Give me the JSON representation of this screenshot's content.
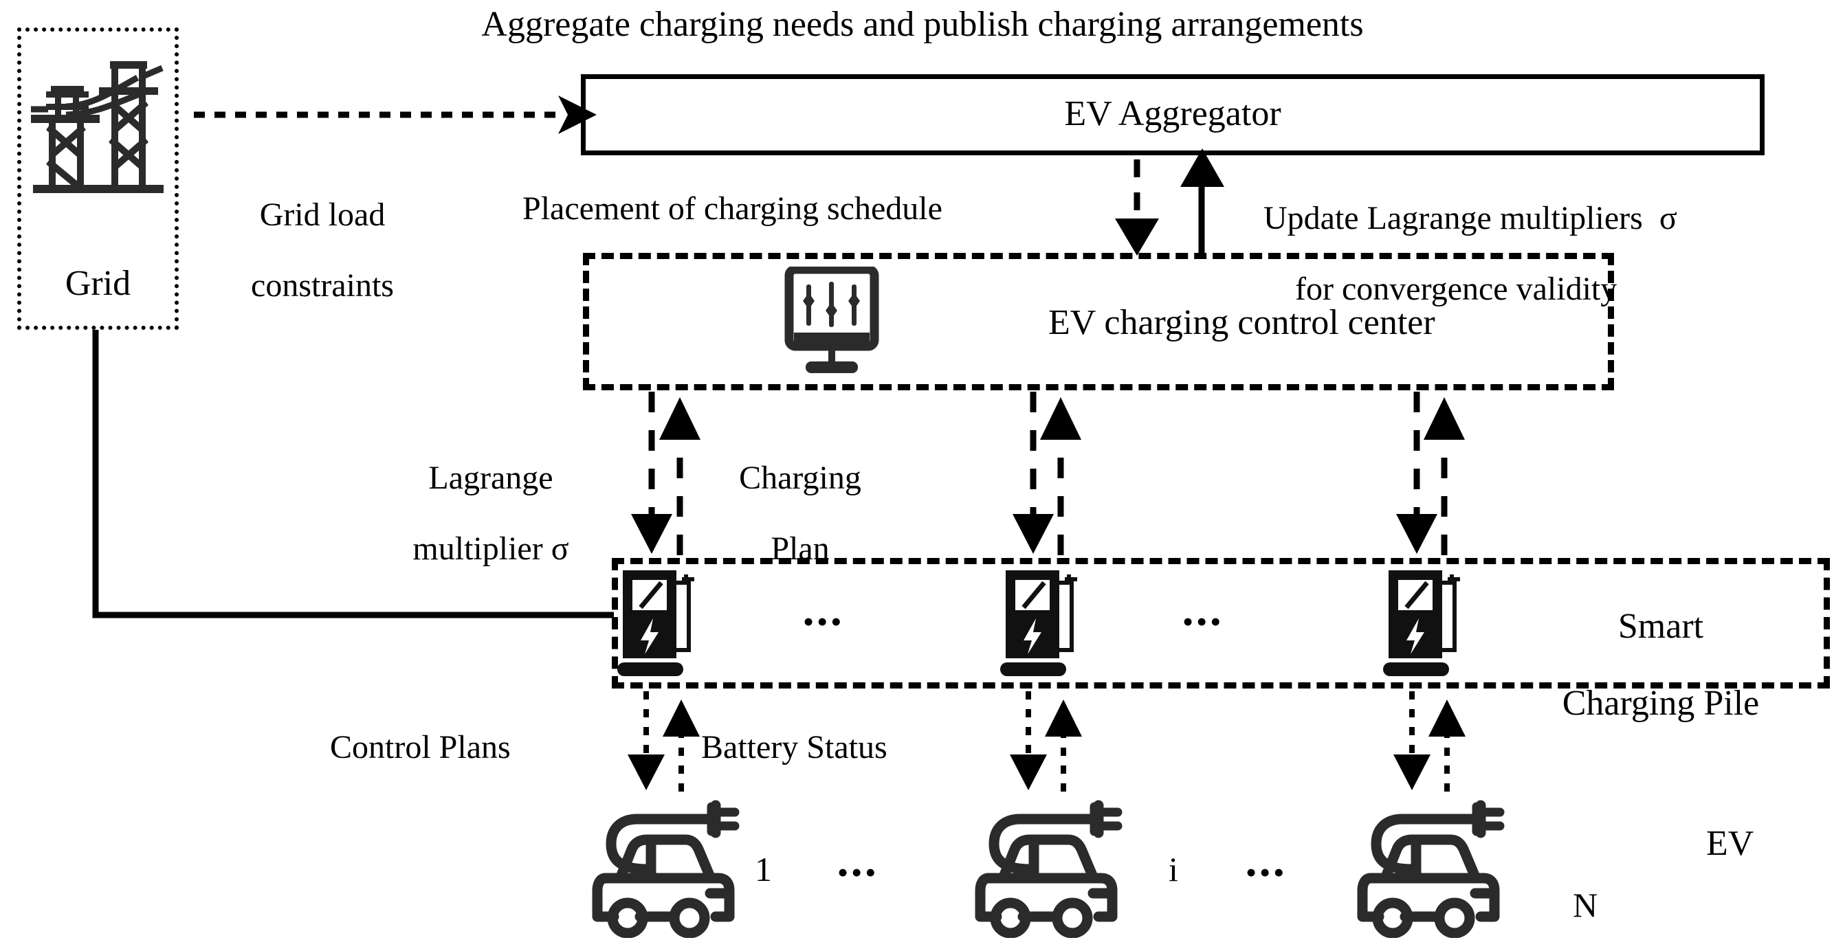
{
  "diagram": {
    "title": "Aggregate charging needs and publish charging arrangements",
    "nodes": {
      "grid_label": "Grid",
      "grid_icon": "power-transmission-tower-icon",
      "aggregator": "EV Aggregator",
      "control_center": "EV charging control center",
      "control_center_icon": "control-panel-monitor-icon",
      "smart_pile_label_line1": "Smart",
      "smart_pile_label_line2": "Charging Pile",
      "pile_icon": "ev-charging-pile-icon",
      "ev_label": "EV",
      "ev_icon": "electric-car-with-plug-icon"
    },
    "edge_labels": {
      "grid_load_line1": "Grid load",
      "grid_load_line2": "constraints",
      "placement": "Placement of charging schedule",
      "update_line1": "Update Lagrange multipliers  σ",
      "update_line2": "for convergence validity",
      "lagrange_line1": "Lagrange",
      "lagrange_line2": "multiplier σ",
      "charging_plan_line1": "Charging",
      "charging_plan_line2": "Plan",
      "control_plans": "Control Plans",
      "battery_status": "Battery Status"
    },
    "ellipsis": "•••",
    "pile_indices": [
      "",
      "",
      ""
    ],
    "ev_indices": [
      "1",
      "i",
      "N"
    ],
    "colors": {
      "stroke": "#000000",
      "background": "#ffffff",
      "icon": "#2b2b2b"
    }
  }
}
